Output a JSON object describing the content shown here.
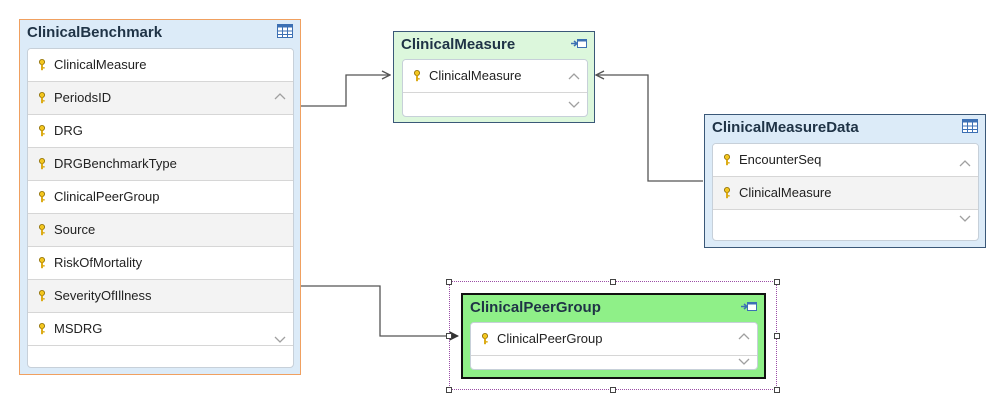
{
  "entities": {
    "clinical_benchmark": {
      "title": "ClinicalBenchmark",
      "fields": [
        "ClinicalMeasure",
        "PeriodsID",
        "DRG",
        "DRGBenchmarkType",
        "ClinicalPeerGroup",
        "Source",
        "RiskOfMortality",
        "SeverityOfIllness",
        "MSDRG"
      ]
    },
    "clinical_measure": {
      "title": "ClinicalMeasure",
      "fields": [
        "ClinicalMeasure"
      ]
    },
    "clinical_measure_data": {
      "title": "ClinicalMeasureData",
      "fields": [
        "EncounterSeq",
        "ClinicalMeasure"
      ]
    },
    "clinical_peer_group": {
      "title": "ClinicalPeerGroup",
      "fields": [
        "ClinicalPeerGroup"
      ]
    }
  },
  "colors": {
    "table_header": "#dcebf8",
    "reference_header": "#dcf7dc",
    "selected_header": "#8ff088",
    "selection_border": "#9b4da6",
    "table_border_selected": "#f0a060",
    "table_border": "#3a5878",
    "connector": "#555555"
  },
  "icons": {
    "table": "table-icon",
    "reference": "reference-table-icon",
    "key": "key-icon"
  }
}
